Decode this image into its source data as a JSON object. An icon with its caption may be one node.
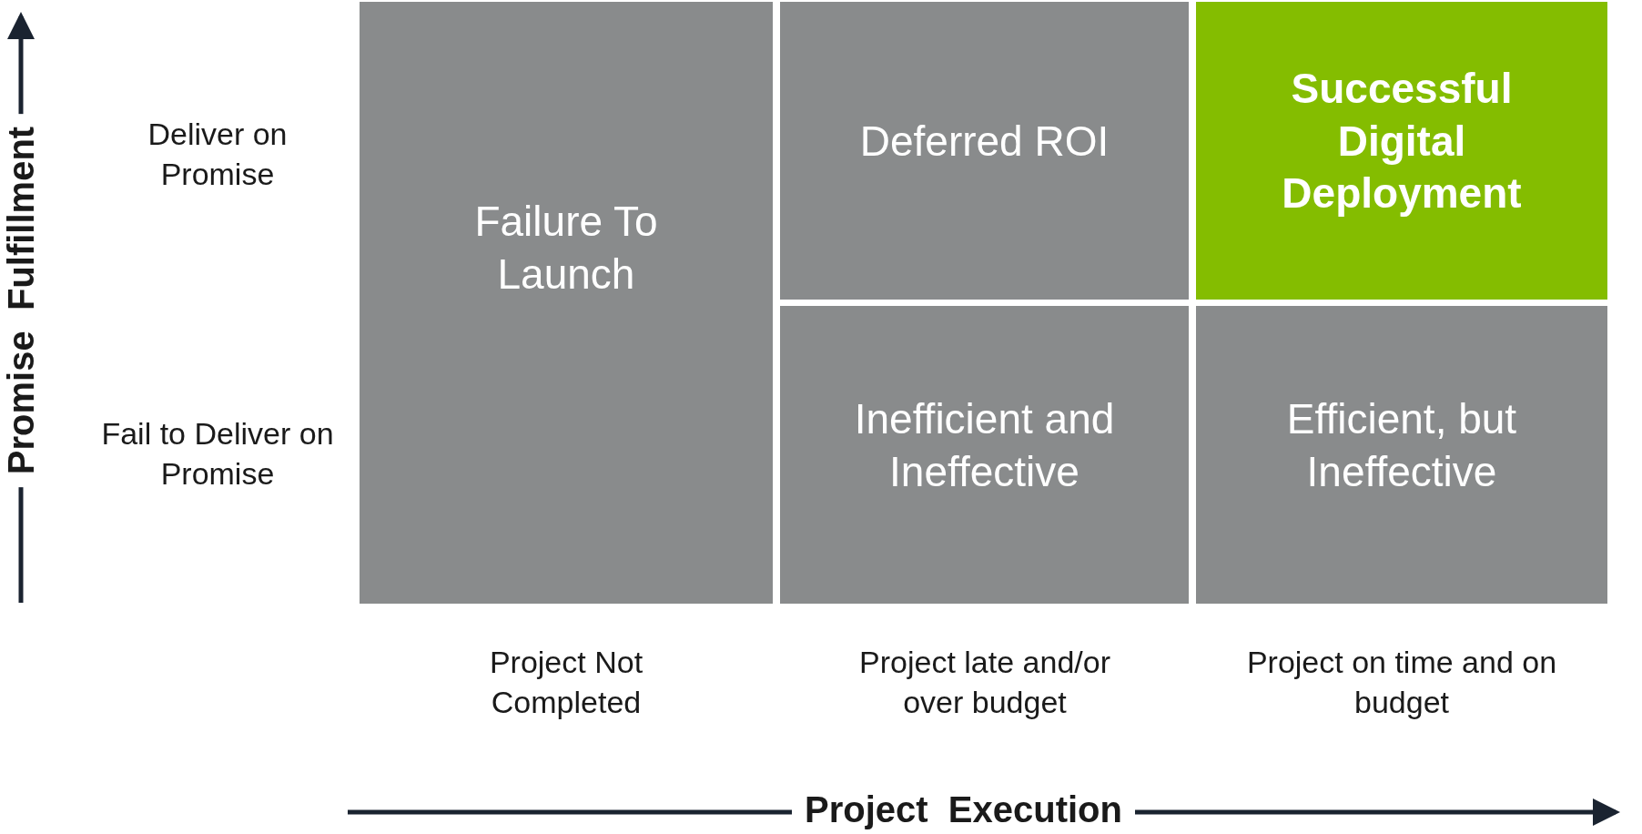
{
  "diagram": {
    "nodes": [
      {
        "text": [
          "Failure To Launch"
        ]
      },
      {
        "text": [
          "Deferred ROI"
        ]
      },
      {
        "text": [
          "Successful Digital Deployment"
        ]
      },
      {
        "text": [
          "Inefficient and Ineffective"
        ]
      },
      {
        "text": [
          "Efficient, but Ineffective"
        ]
      }
    ],
    "edges": [],
    "labels": [
      "Promise  Fulfillment",
      "Deliver on Promise",
      "Fail to Deliver on Promise",
      "Project Not Completed",
      "Project late and/or over budget",
      "Project on time and on budget",
      "Project  Execution"
    ]
  }
}
